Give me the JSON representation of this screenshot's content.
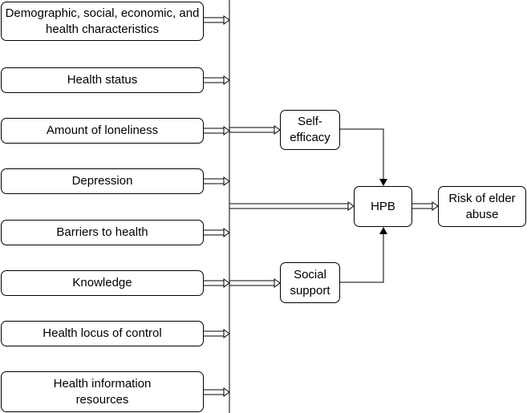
{
  "factors": [
    "Demographic, social, economic, and health characteristics",
    "Health status",
    "Amount of loneliness",
    "Depression",
    "Barriers to health",
    "Knowledge",
    "Health locus of control",
    "Health information resources"
  ],
  "mediators": {
    "self_efficacy": "Self-efficacy",
    "social_support": "Social support"
  },
  "outcome_hpb": "HPB",
  "outcome_abuse": "Risk of elder abuse"
}
